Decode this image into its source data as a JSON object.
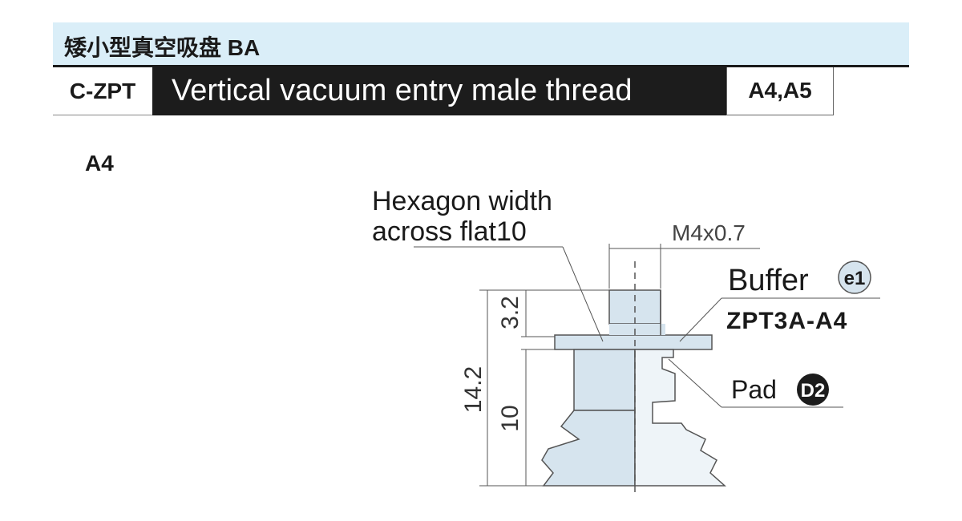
{
  "header": {
    "title": "矮小型真空吸盘 BA",
    "series": "C-ZPT",
    "description": "Vertical vacuum entry male thread",
    "thread_sizes": "A4,A5"
  },
  "section": {
    "label": "A4"
  },
  "diagram": {
    "hexagon_label_line1": "Hexagon width",
    "hexagon_label_line2": "across flat10",
    "thread_label": "M4x0.7",
    "buffer_label": "Buffer",
    "buffer_badge": "e1",
    "model_label": "ZPT3A-A4",
    "pad_label": "Pad",
    "pad_badge": "D2",
    "dim_total": "14.2",
    "dim_thread": "3.2",
    "dim_body": "10"
  },
  "colors": {
    "title_bg": "#daeef8",
    "part_fill": "#d6e4ee",
    "line": "#555555",
    "dark": "#1c1c1c"
  }
}
